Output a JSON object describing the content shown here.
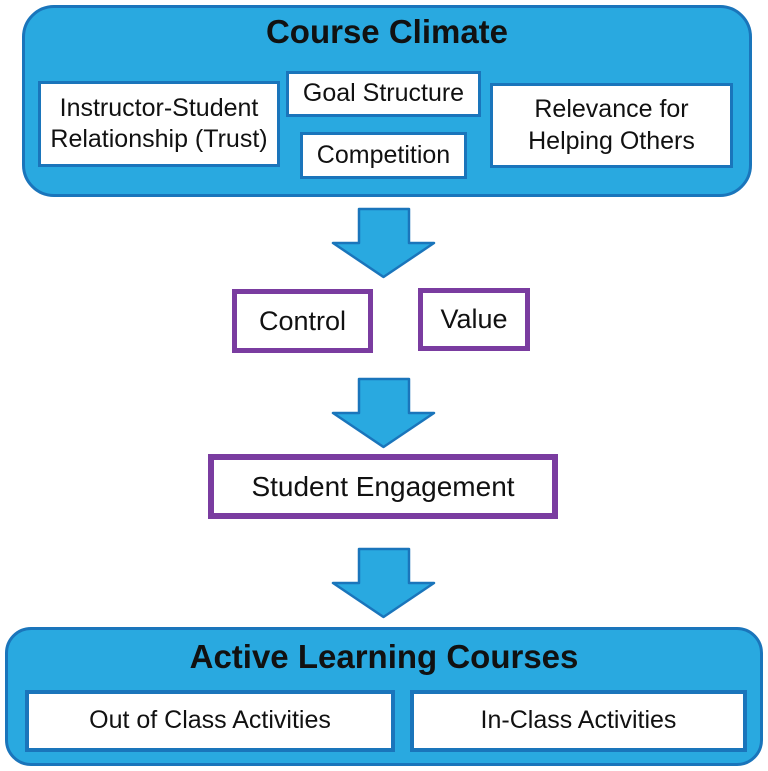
{
  "colors": {
    "blue_fill": "#29A9E0",
    "blue_border": "#1A75BB",
    "purple_border": "#7A3CA0",
    "text_color": "#111111"
  },
  "course_climate": {
    "title": "Course Climate",
    "items": [
      {
        "label": "Instructor-Student Relationship (Trust)"
      },
      {
        "label": "Goal Structure"
      },
      {
        "label": "Competition"
      },
      {
        "label": "Relevance for Helping Others"
      }
    ]
  },
  "mediators": [
    {
      "label": "Control"
    },
    {
      "label": "Value"
    }
  ],
  "engagement": {
    "label": "Student Engagement"
  },
  "active_learning": {
    "title": "Active Learning Courses",
    "items": [
      {
        "label": "Out of Class Activities"
      },
      {
        "label": "In-Class Activities"
      }
    ]
  },
  "icons": {
    "arrow": "down-block-arrow"
  }
}
